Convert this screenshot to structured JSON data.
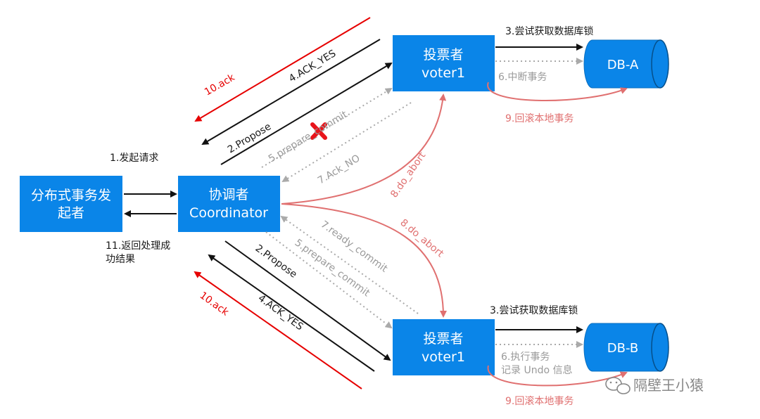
{
  "nodes": {
    "initiator": {
      "line1": "分布式事务发",
      "line2": "起者"
    },
    "coordinator": {
      "line1": "协调者",
      "line2": "Coordinator"
    },
    "voter_top": {
      "line1": "投票者",
      "line2": "voter1"
    },
    "voter_bottom": {
      "line1": "投票者",
      "line2": "voter1"
    },
    "db_a": "DB-A",
    "db_b": "DB-B"
  },
  "labels": {
    "step1": "1.发起请求",
    "step11_line1": "11.返回处理成",
    "step11_line2": "功结果",
    "top_ack": "10.ack",
    "top_ack_yes": "4.ACK_YES",
    "top_propose": "2.Propose",
    "top_prepare": "5.prepare_commit",
    "top_ack_no": "7.Ack_NO",
    "top_lock": "3.尝试获取数据库锁",
    "top_abort_tx": "6.中断事务",
    "top_rollback": "9.回滚本地事务",
    "do_abort_top": "8.do_abort",
    "do_abort_bottom": "8.do_abort",
    "bottom_ready": "7.ready_commit",
    "bottom_prepare": "5.prepare_commit",
    "bottom_propose": "2.Propose",
    "bottom_ack_yes": "4.ACK_YES",
    "bottom_ack": "10.ack",
    "bottom_lock": "3.尝试获取数据库锁",
    "bottom_exec_line1": "6.执行事务",
    "bottom_exec_line2": "记录 Undo 信息",
    "bottom_rollback": "9.回滚本地事务"
  },
  "watermark": "隔壁王小猿",
  "colors": {
    "box": "#0a85e8",
    "black_arrow": "#111111",
    "red_arrow": "#e60000",
    "gray_arrow": "#aaaaaa",
    "salmon_arrow": "#e07070"
  }
}
